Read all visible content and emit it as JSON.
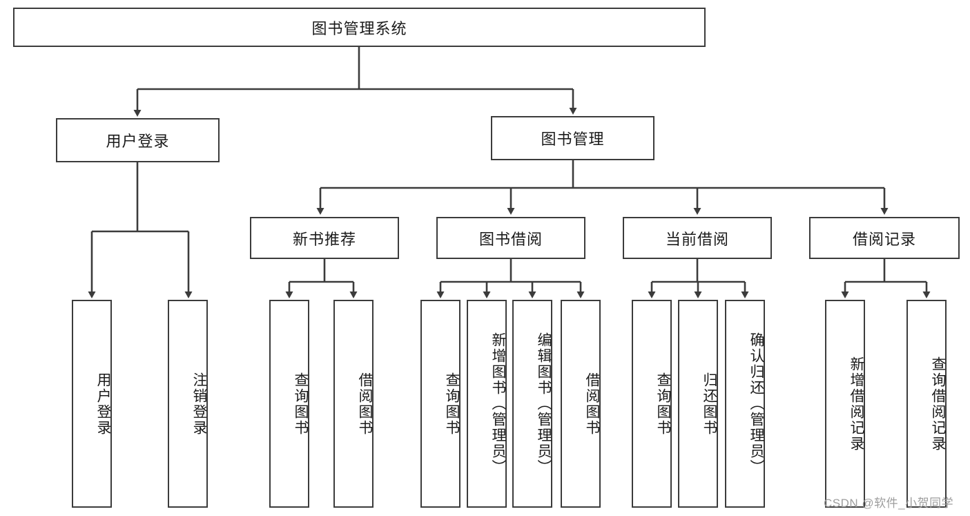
{
  "diagram": {
    "title": "图书管理系统",
    "type": "tree",
    "root": {
      "label": "图书管理系统"
    },
    "level1": [
      {
        "label": "用户登录"
      },
      {
        "label": "图书管理"
      }
    ],
    "level2": [
      {
        "label": "新书推荐"
      },
      {
        "label": "图书借阅"
      },
      {
        "label": "当前借阅"
      },
      {
        "label": "借阅记录"
      }
    ],
    "leaves": {
      "user_login": [
        {
          "label": "用户登录"
        },
        {
          "label": "注销登录"
        }
      ],
      "new_book": [
        {
          "label": "查询图书"
        },
        {
          "label": "借阅图书"
        }
      ],
      "book_borrow": [
        {
          "label": "查询图书"
        },
        {
          "label": "新增图书（管理员）"
        },
        {
          "label": "编辑图书（管理员）"
        },
        {
          "label": "借阅图书"
        }
      ],
      "current_borrow": [
        {
          "label": "查询图书"
        },
        {
          "label": "归还图书"
        },
        {
          "label": "确认归还（管理员）"
        }
      ],
      "borrow_record": [
        {
          "label": "新增借阅记录"
        },
        {
          "label": "查询借阅记录"
        }
      ]
    }
  },
  "watermark": {
    "text": "CSDN @软件_小贺同学"
  },
  "colors": {
    "stroke": "#3b3b3b",
    "text": "#1a1a1a",
    "background": "#ffffff",
    "watermark": "#9d9d9d"
  }
}
